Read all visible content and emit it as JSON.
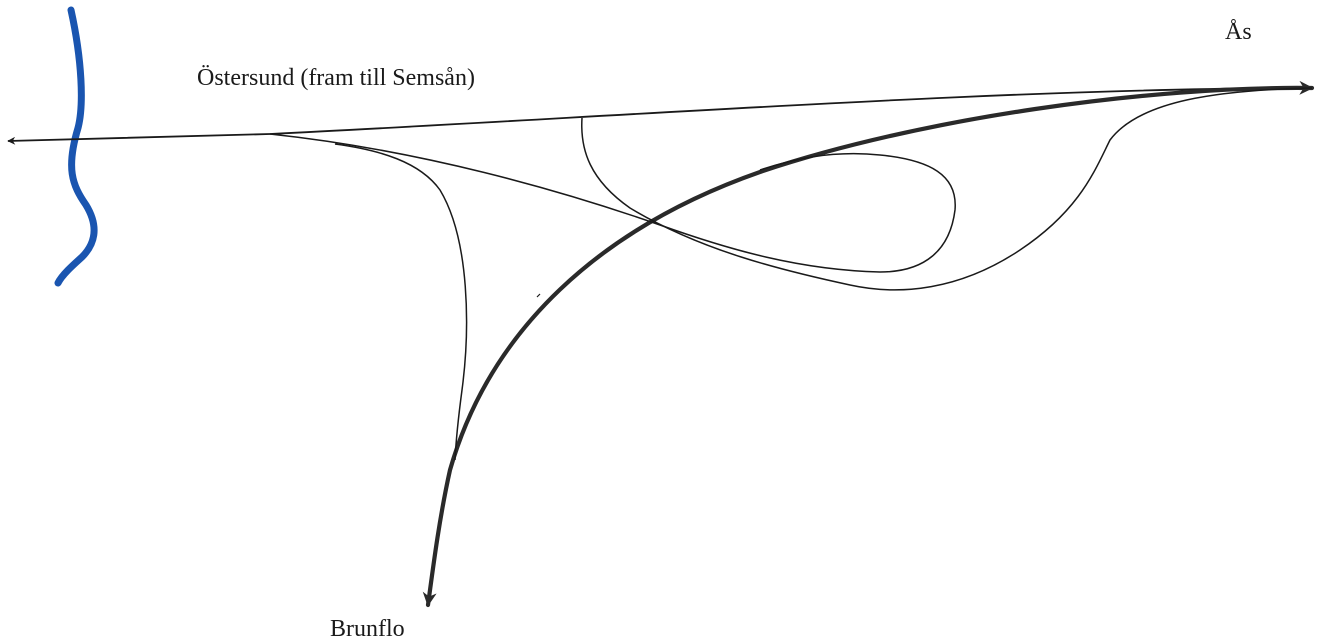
{
  "labels": {
    "west": "Östersund (fram till Semsån)",
    "east": "Ås",
    "south": "Brunflo"
  },
  "colors": {
    "road": "#1a1a1a",
    "main_road": "#2a2a2a",
    "river": "#1a55b0",
    "background": "#ffffff"
  }
}
